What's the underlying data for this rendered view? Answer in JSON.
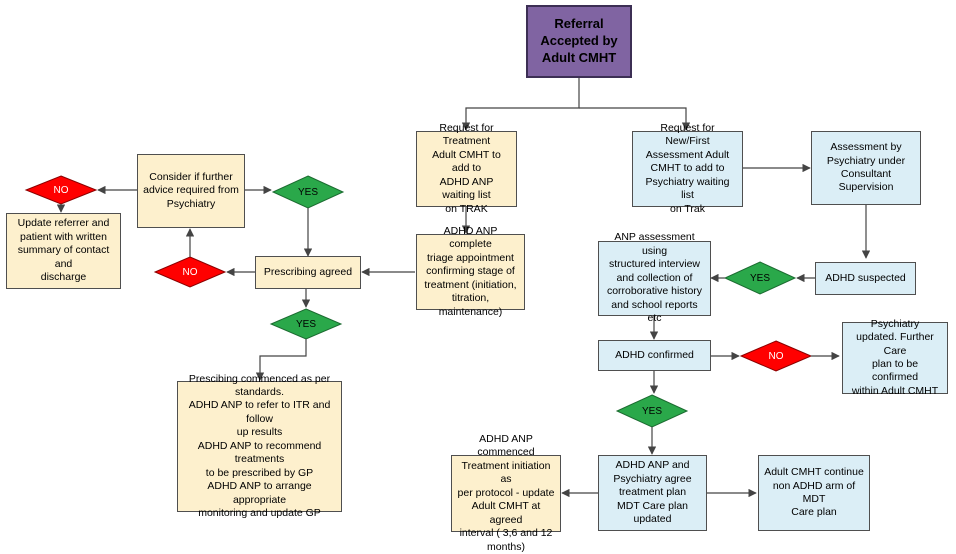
{
  "nodes": {
    "referral": "Referral\nAccepted by\nAdult CMHT",
    "request_treatment": "Request for Treatment\nAdult CMHT to add to\nADHD ANP waiting list\non TRAK",
    "triage": "ADHD ANP complete\ntriage appointment\nconfirming stage of\ntreatment (initiation,\ntitration, maintenance)",
    "prescribing_agreed": "Prescribing agreed",
    "consider_advice": "Consider if further\nadvice required from\nPsychiatry",
    "update_referrer": "Update referrer and\npatient with written\nsummary of contact and\ndischarge",
    "prescribing_commenced": "Prescibing commenced  as per\nstandards.\nADHD ANP to refer to ITR and follow\nup results\nADHD ANP to recommend treatments\nto be prescribed by GP\nADHD ANP to arrange  appropriate\nmonitoring and update GP",
    "request_assessment": "Request for New/First\nAssessment  Adult\nCMHT to add to\nPsychiatry waiting list\non Trak",
    "assessment_psychiatry": "Assessment by\nPsychiatry under\nConsultant Supervision",
    "adhd_suspected": "ADHD suspected",
    "anp_assessment": "ANP assessment using\nstructured interview\nand collection of\ncorroborative history\nand school reports etc",
    "adhd_confirmed": "ADHD confirmed",
    "psychiatry_updated": "Psychiatry\nupdated.  Further Care\nplan to be confirmed\nwithin Adult CMHT",
    "anp_psychiatry_agree": "ADHD ANP and\nPsychiatry agree\ntreatment plan\nMDT Care plan updated",
    "anp_commenced": "ADHD ANP commenced\nTreatment initiation as\nper protocol - update\nAdult CMHT at agreed\ninterval ( 3,6 and 12\nmonths)",
    "cmht_continue": "Adult CMHT continue\nnon ADHD arm of MDT\nCare plan"
  },
  "decisions": {
    "no_top_left": "NO",
    "yes_top": "YES",
    "no_mid_left": "NO",
    "yes_mid_left": "YES",
    "yes_suspected": "YES",
    "no_confirmed": "NO",
    "yes_confirmed": "YES"
  },
  "colors": {
    "yellow_fill": "#fdf0cd",
    "blue_fill": "#dbeef6",
    "purple_fill": "#8064a2",
    "yes_fill": "#2aa84a",
    "no_fill": "#ff0000",
    "line": "#444444"
  }
}
